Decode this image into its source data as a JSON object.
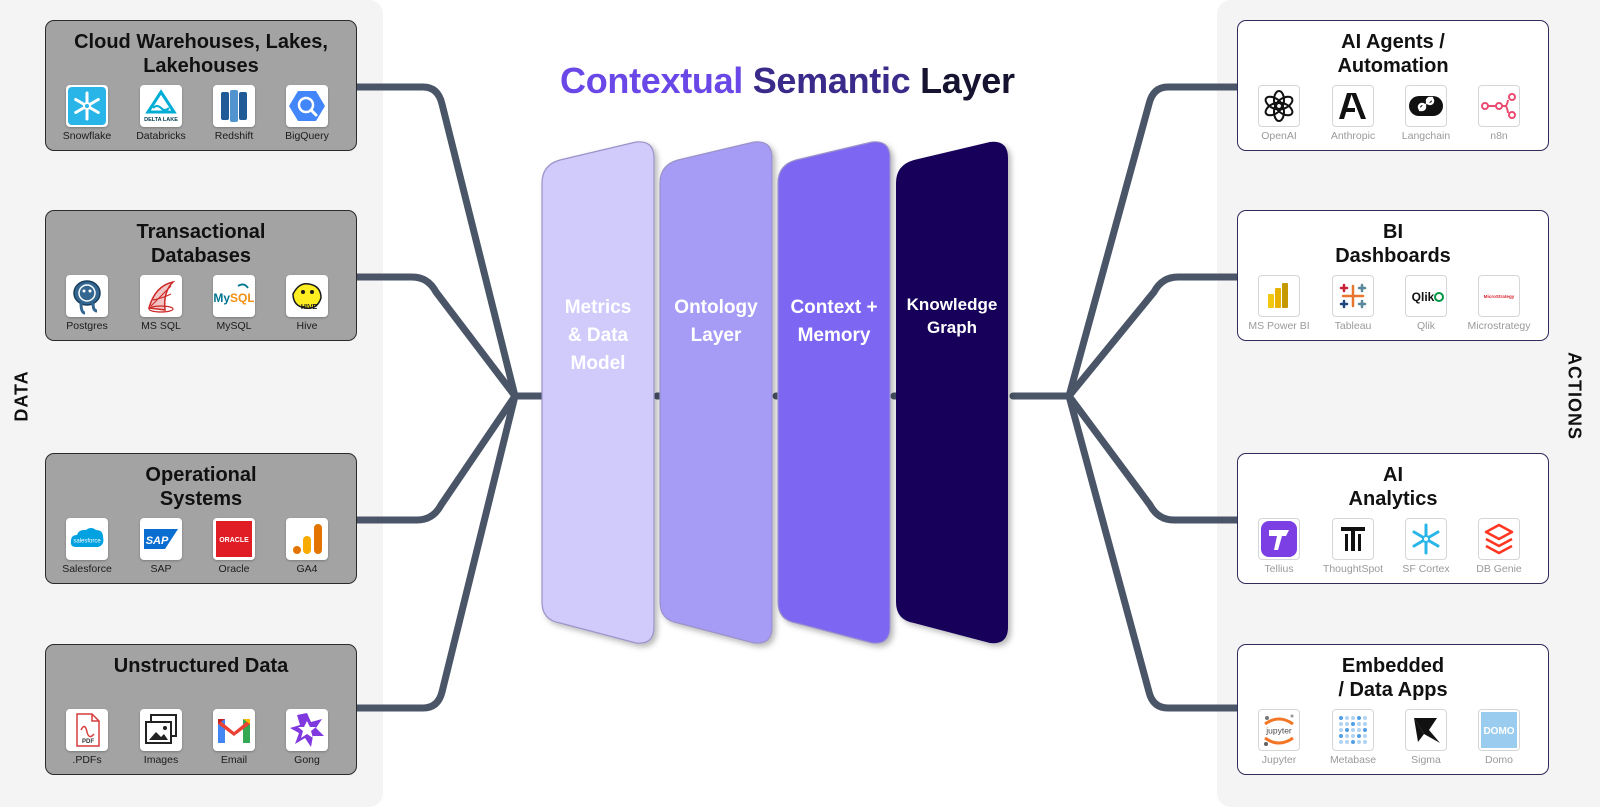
{
  "title": {
    "part1": "Contextual",
    "part2": "Semantic",
    "part3": "Layer"
  },
  "side_labels": {
    "left": "DATA",
    "right": "ACTIONS"
  },
  "colors": {
    "panel_bg": "#f4f4f4",
    "left_box_bg": "#a3a3a3",
    "connector": "#4a5568",
    "title_accent": "#6a48e8",
    "layer_1": "#d0cbfb",
    "layer_2": "#a69bf5",
    "layer_3": "#7c66f2",
    "layer_4": "#13005a"
  },
  "layers": [
    {
      "label": "Metrics\n& Data\nModel",
      "color": "#d0cbfb"
    },
    {
      "label": "Ontology\nLayer",
      "color": "#a69bf5"
    },
    {
      "label": "Context +\nMemory",
      "color": "#7c66f2"
    },
    {
      "label": "Knowledge\nGraph",
      "color": "#13005a"
    }
  ],
  "left_groups": [
    {
      "title": "Cloud Warehouses, Lakes,\nLakehouses",
      "items": [
        {
          "label": "Snowflake",
          "icon": "snowflake-icon"
        },
        {
          "label": "Databricks",
          "icon": "delta-lake-icon"
        },
        {
          "label": "Redshift",
          "icon": "redshift-icon"
        },
        {
          "label": "BigQuery",
          "icon": "bigquery-icon"
        }
      ]
    },
    {
      "title": "Transactional\nDatabases",
      "items": [
        {
          "label": "Postgres",
          "icon": "postgres-icon"
        },
        {
          "label": "MS SQL",
          "icon": "mssql-icon"
        },
        {
          "label": "MySQL",
          "icon": "mysql-icon"
        },
        {
          "label": "Hive",
          "icon": "hive-icon"
        }
      ]
    },
    {
      "title": "Operational\nSystems",
      "items": [
        {
          "label": "Salesforce",
          "icon": "salesforce-icon"
        },
        {
          "label": "SAP",
          "icon": "sap-icon"
        },
        {
          "label": "Oracle",
          "icon": "oracle-icon"
        },
        {
          "label": "GA4",
          "icon": "ga4-icon"
        }
      ]
    },
    {
      "title": "Unstructured Data",
      "items": [
        {
          "label": ".PDFs",
          "icon": "pdf-icon"
        },
        {
          "label": "Images",
          "icon": "images-icon"
        },
        {
          "label": "Email",
          "icon": "gmail-icon"
        },
        {
          "label": "Gong",
          "icon": "gong-icon"
        }
      ]
    }
  ],
  "right_groups": [
    {
      "title": "AI Agents /\nAutomation",
      "items": [
        {
          "label": "OpenAI",
          "icon": "openai-icon"
        },
        {
          "label": "Anthropic",
          "icon": "anthropic-icon"
        },
        {
          "label": "Langchain",
          "icon": "langchain-icon"
        },
        {
          "label": "n8n",
          "icon": "n8n-icon"
        }
      ]
    },
    {
      "title": "BI\nDashboards",
      "items": [
        {
          "label": "MS Power BI",
          "icon": "powerbi-icon"
        },
        {
          "label": "Tableau",
          "icon": "tableau-icon"
        },
        {
          "label": "Qlik",
          "icon": "qlik-icon"
        },
        {
          "label": "Microstrategy",
          "icon": "microstrategy-icon"
        }
      ]
    },
    {
      "title": "AI\nAnalytics",
      "items": [
        {
          "label": "Tellius",
          "icon": "tellius-icon"
        },
        {
          "label": "ThoughtSpot",
          "icon": "thoughtspot-icon"
        },
        {
          "label": "SF Cortex",
          "icon": "sf-cortex-icon"
        },
        {
          "label": "DB Genie",
          "icon": "db-genie-icon"
        }
      ]
    },
    {
      "title": "Embedded\n/ Data Apps",
      "items": [
        {
          "label": "Jupyter",
          "icon": "jupyter-icon"
        },
        {
          "label": "Metabase",
          "icon": "metabase-icon"
        },
        {
          "label": "Sigma",
          "icon": "sigma-icon"
        },
        {
          "label": "Domo",
          "icon": "domo-icon"
        }
      ]
    }
  ],
  "icon_text": {
    "delta": "DELTA LAKE",
    "mysql": "MySQL",
    "hive": "HIVE",
    "salesforce": "salesforce",
    "sap": "SAP",
    "oracle": "ORACLE",
    "pdf": "PDF",
    "jupyter": "jupyter",
    "domo": "DOMO",
    "qlik": "Qlik",
    "microstrategy": "MicroStrategy"
  }
}
